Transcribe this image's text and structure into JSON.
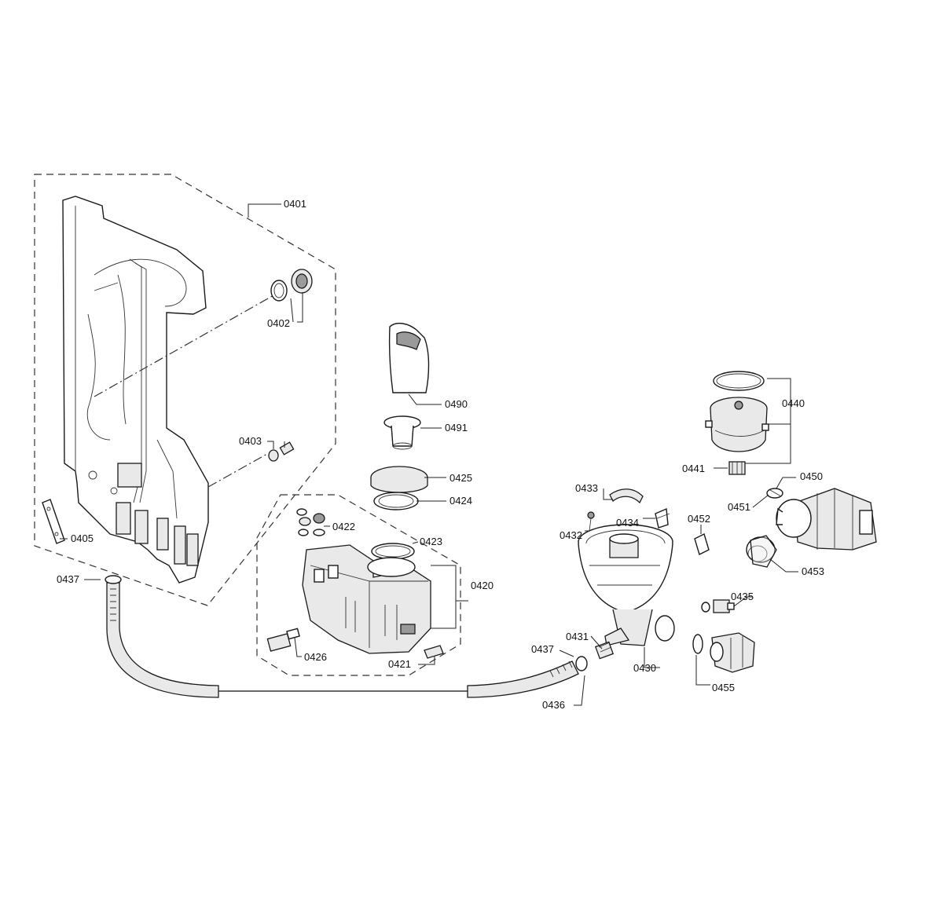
{
  "labels": {
    "l0401": "0401",
    "l0402": "0402",
    "l0403": "0403",
    "l0405": "0405",
    "l0437a": "0437",
    "l0490": "0490",
    "l0491": "0491",
    "l0425": "0425",
    "l0424": "0424",
    "l0422": "0422",
    "l0423": "0423",
    "l0420": "0420",
    "l0426": "0426",
    "l0421": "0421",
    "l0433": "0433",
    "l0434": "0434",
    "l0432": "0432",
    "l0452": "0452",
    "l0440": "0440",
    "l0441": "0441",
    "l0450": "0450",
    "l0451": "0451",
    "l0453": "0453",
    "l0435": "0435",
    "l0431": "0431",
    "l0437b": "0437",
    "l0430": "0430",
    "l0436": "0436",
    "l0455": "0455"
  }
}
